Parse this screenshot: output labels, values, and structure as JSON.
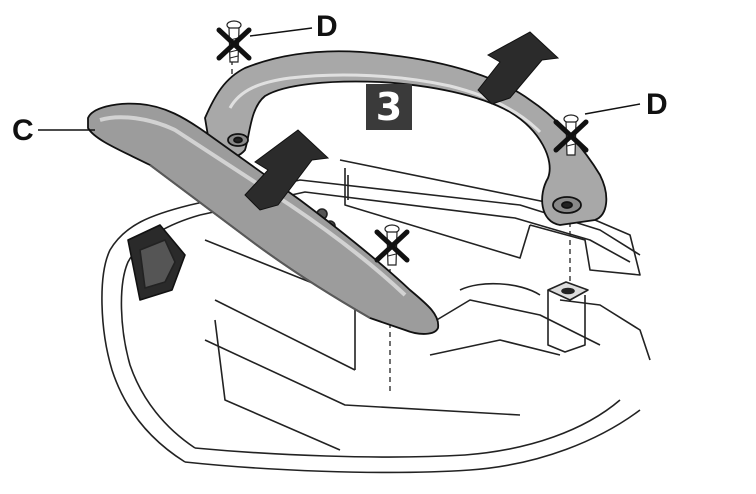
{
  "labels": {
    "part_c": "C",
    "screw_d_left": "D",
    "screw_d_right": "D"
  },
  "step_number": "3",
  "colors": {
    "line": "#111111",
    "handle_fill": "#9a9a9a",
    "handle_light": "#c4c4c4",
    "arrow_fill": "#2b2b2b",
    "badge_fill": "#3a3a3a"
  }
}
